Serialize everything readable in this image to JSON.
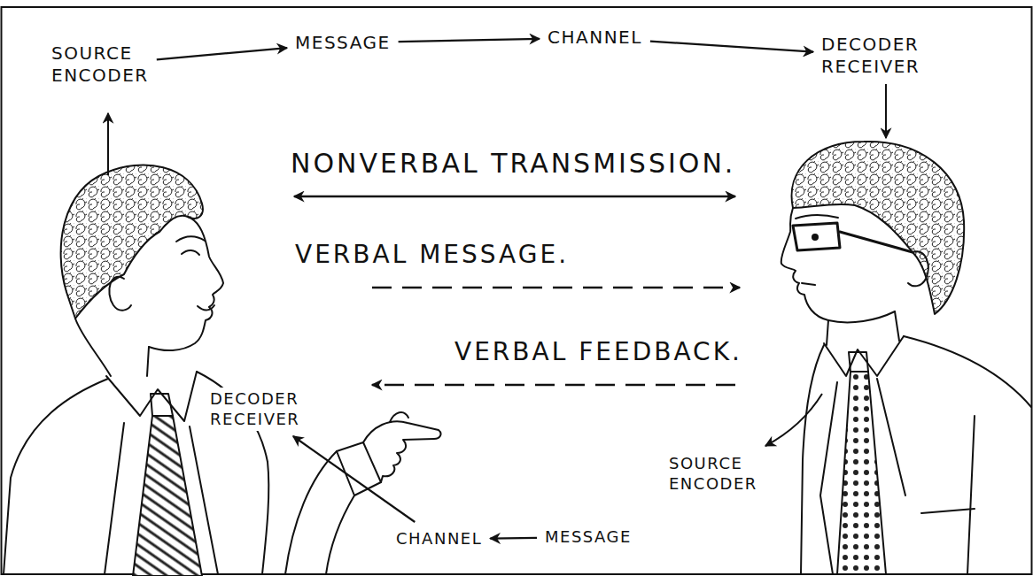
{
  "diagram": {
    "nodes": [
      {
        "text": [
          "SOURCE ENCODER"
        ]
      },
      {
        "text": [
          "MESSAGE"
        ]
      },
      {
        "text": [
          "CHANNEL"
        ]
      },
      {
        "text": [
          "DECODER RECEIVER"
        ]
      },
      {
        "text": [
          "SOURCE ENCODER"
        ]
      },
      {
        "text": [
          "MESSAGE"
        ]
      },
      {
        "text": [
          "CHANNEL"
        ]
      },
      {
        "text": [
          "DECODER RECEIVER"
        ]
      }
    ],
    "edges": [
      {
        "from": 0,
        "to": 1,
        "arrow": "to"
      },
      {
        "from": 1,
        "to": 2,
        "arrow": "to"
      },
      {
        "from": 2,
        "to": 3,
        "arrow": "to"
      },
      {
        "from": 5,
        "to": 6,
        "arrow": "to"
      },
      {
        "from": 6,
        "to": 7,
        "arrow": "to"
      }
    ],
    "labels": [
      "NONVERBAL TRANSMISSION.",
      "VERBAL MESSAGE.",
      "VERBAL FEEDBACK."
    ]
  }
}
